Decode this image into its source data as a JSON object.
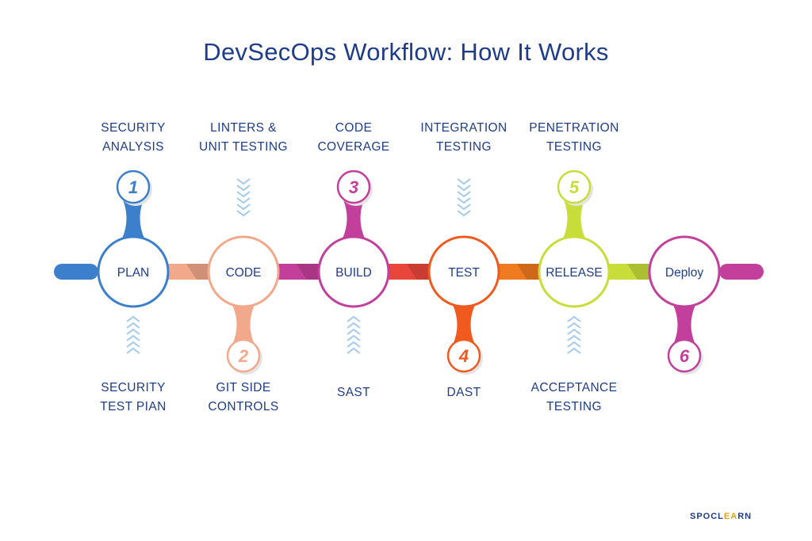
{
  "title": "DevSecOps Workflow: How It Works",
  "brand": {
    "pre": "SPOCL",
    "highlight": "EA",
    "post": "RN"
  },
  "stages": [
    {
      "label": "PLAN",
      "number": "1",
      "color": "#3c7fcb",
      "badge": "top",
      "top_text": [
        "SECURITY",
        "ANALYSIS"
      ],
      "bottom_text": [
        "SECURITY",
        "TEST PIAN"
      ]
    },
    {
      "label": "CODE",
      "number": "2",
      "color": "#f2a88a",
      "badge": "bottom",
      "top_text": [
        "LINTERS &",
        "UNIT TESTING"
      ],
      "bottom_text": [
        "GIT SIDE",
        "CONTROLS"
      ]
    },
    {
      "label": "BUILD",
      "number": "3",
      "color": "#c23f9b",
      "badge": "top",
      "top_text": [
        "CODE",
        "COVERAGE"
      ],
      "bottom_text": [
        "SAST"
      ]
    },
    {
      "label": "TEST",
      "number": "4",
      "color": "#f05a1f",
      "badge": "bottom",
      "top_text": [
        "INTEGRATION",
        "TESTING"
      ],
      "bottom_text": [
        "DAST"
      ]
    },
    {
      "label": "RELEASE",
      "number": "5",
      "color": "#c8dd39",
      "badge": "top",
      "top_text": [
        "PENETRATION",
        "TESTING"
      ],
      "bottom_text": [
        "ACCEPTANCE",
        "TESTING"
      ]
    },
    {
      "label": "Deploy",
      "number": "6",
      "color": "#c23f9b",
      "badge": "bottom",
      "top_text": [],
      "bottom_text": []
    }
  ],
  "connectors": [
    "#3c7fcb",
    "#f2a88a",
    "#c23f9b",
    "#e8463a",
    "#f07a1f",
    "#c8dd39",
    "#c23f9b"
  ],
  "chevron_color": "#aacdea"
}
